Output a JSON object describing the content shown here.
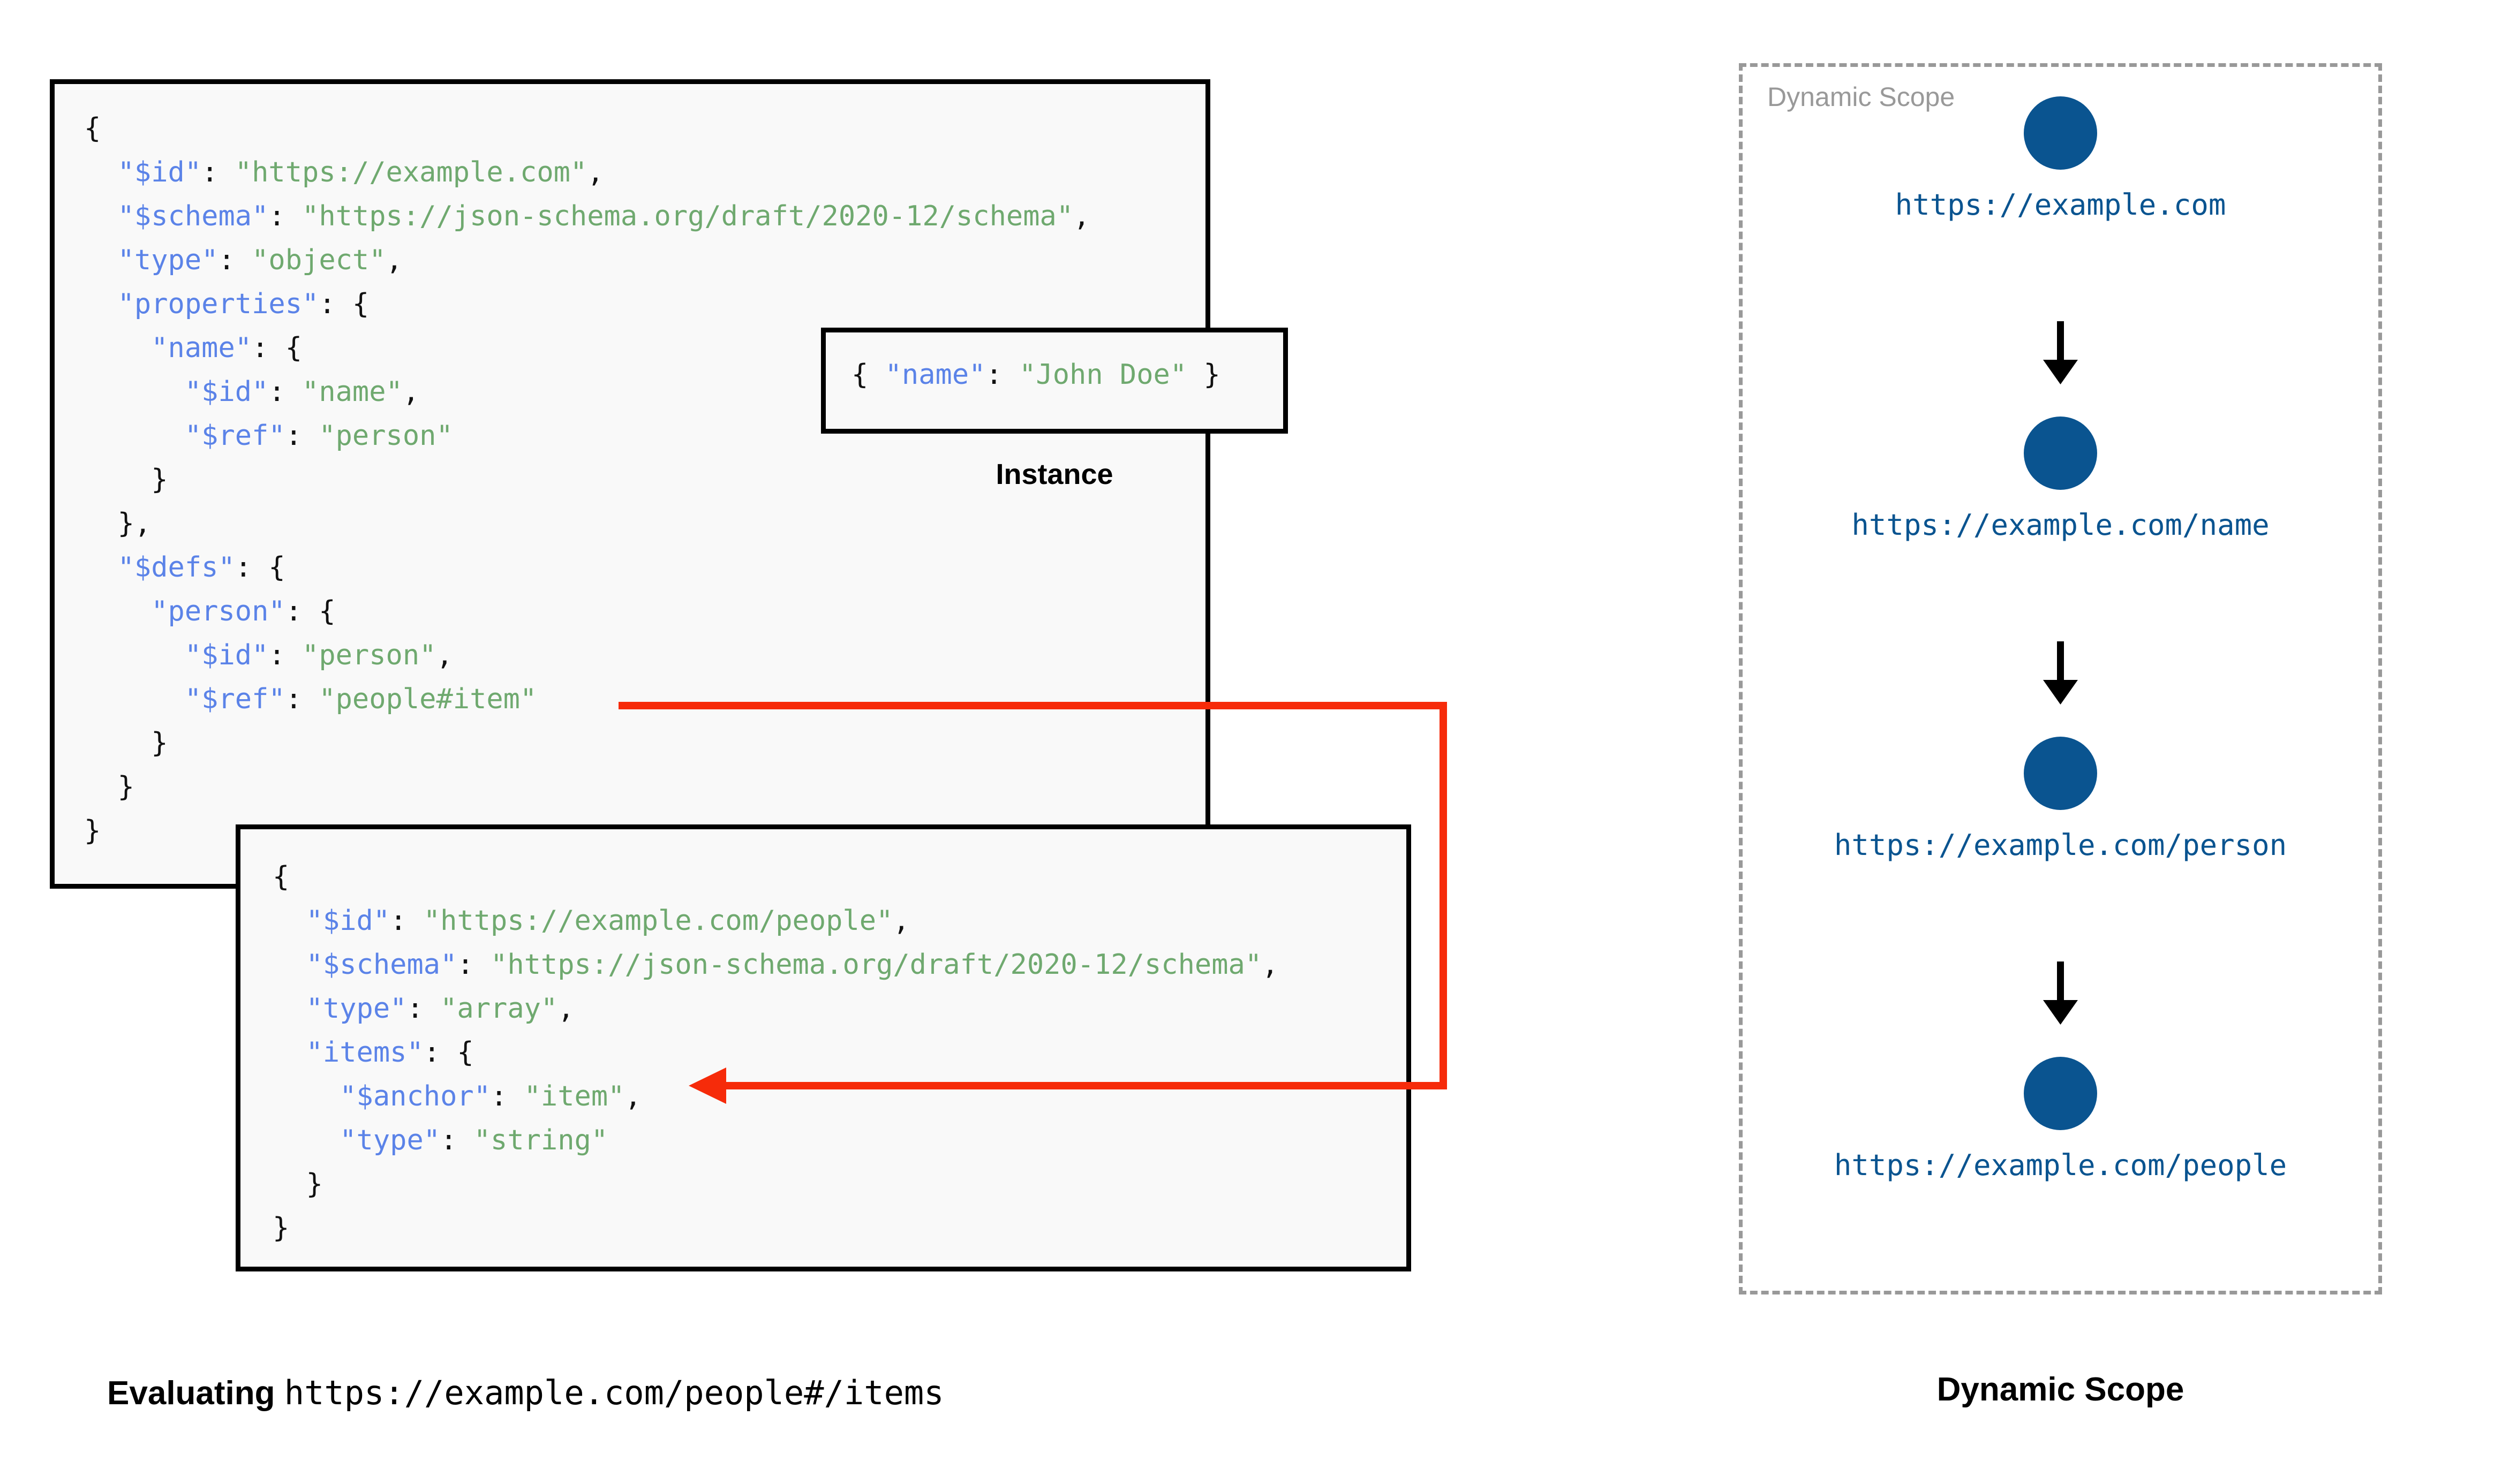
{
  "main_schema": {
    "lines": [
      [
        {
          "t": "{",
          "c": "p"
        }
      ],
      [
        {
          "t": "  ",
          "c": "p"
        },
        {
          "t": "\"$id\"",
          "c": "k"
        },
        {
          "t": ": ",
          "c": "p"
        },
        {
          "t": "\"https://example.com\"",
          "c": "s"
        },
        {
          "t": ",",
          "c": "p"
        }
      ],
      [
        {
          "t": "  ",
          "c": "p"
        },
        {
          "t": "\"$schema\"",
          "c": "k"
        },
        {
          "t": ": ",
          "c": "p"
        },
        {
          "t": "\"https://json-schema.org/draft/2020-12/schema\"",
          "c": "s"
        },
        {
          "t": ",",
          "c": "p"
        }
      ],
      [
        {
          "t": "  ",
          "c": "p"
        },
        {
          "t": "\"type\"",
          "c": "k"
        },
        {
          "t": ": ",
          "c": "p"
        },
        {
          "t": "\"object\"",
          "c": "s"
        },
        {
          "t": ",",
          "c": "p"
        }
      ],
      [
        {
          "t": "  ",
          "c": "p"
        },
        {
          "t": "\"properties\"",
          "c": "k"
        },
        {
          "t": ": {",
          "c": "p"
        }
      ],
      [
        {
          "t": "    ",
          "c": "p"
        },
        {
          "t": "\"name\"",
          "c": "k"
        },
        {
          "t": ": {",
          "c": "p"
        }
      ],
      [
        {
          "t": "      ",
          "c": "p"
        },
        {
          "t": "\"$id\"",
          "c": "k"
        },
        {
          "t": ": ",
          "c": "p"
        },
        {
          "t": "\"name\"",
          "c": "s"
        },
        {
          "t": ",",
          "c": "p"
        }
      ],
      [
        {
          "t": "      ",
          "c": "p"
        },
        {
          "t": "\"$ref\"",
          "c": "k"
        },
        {
          "t": ": ",
          "c": "p"
        },
        {
          "t": "\"person\"",
          "c": "s"
        }
      ],
      [
        {
          "t": "    }",
          "c": "p"
        }
      ],
      [
        {
          "t": "  },",
          "c": "p"
        }
      ],
      [
        {
          "t": "  ",
          "c": "p"
        },
        {
          "t": "\"$defs\"",
          "c": "k"
        },
        {
          "t": ": {",
          "c": "p"
        }
      ],
      [
        {
          "t": "    ",
          "c": "p"
        },
        {
          "t": "\"person\"",
          "c": "k"
        },
        {
          "t": ": {",
          "c": "p"
        }
      ],
      [
        {
          "t": "      ",
          "c": "p"
        },
        {
          "t": "\"$id\"",
          "c": "k"
        },
        {
          "t": ": ",
          "c": "p"
        },
        {
          "t": "\"person\"",
          "c": "s"
        },
        {
          "t": ",",
          "c": "p"
        }
      ],
      [
        {
          "t": "      ",
          "c": "p"
        },
        {
          "t": "\"$ref\"",
          "c": "k"
        },
        {
          "t": ": ",
          "c": "p"
        },
        {
          "t": "\"people#item\"",
          "c": "s"
        }
      ],
      [
        {
          "t": "    }",
          "c": "p"
        }
      ],
      [
        {
          "t": "  }",
          "c": "p"
        }
      ],
      [
        {
          "t": "}",
          "c": "p"
        }
      ]
    ]
  },
  "instance": {
    "label": "Instance",
    "lines": [
      [
        {
          "t": "{ ",
          "c": "p"
        },
        {
          "t": "\"name\"",
          "c": "k"
        },
        {
          "t": ": ",
          "c": "p"
        },
        {
          "t": "\"John Doe\"",
          "c": "s"
        },
        {
          "t": " }",
          "c": "p"
        }
      ]
    ]
  },
  "people_schema": {
    "lines": [
      [
        {
          "t": "{",
          "c": "p"
        }
      ],
      [
        {
          "t": "  ",
          "c": "p"
        },
        {
          "t": "\"$id\"",
          "c": "k"
        },
        {
          "t": ": ",
          "c": "p"
        },
        {
          "t": "\"https://example.com/people\"",
          "c": "s"
        },
        {
          "t": ",",
          "c": "p"
        }
      ],
      [
        {
          "t": "  ",
          "c": "p"
        },
        {
          "t": "\"$schema\"",
          "c": "k"
        },
        {
          "t": ": ",
          "c": "p"
        },
        {
          "t": "\"https://json-schema.org/draft/2020-12/schema\"",
          "c": "s"
        },
        {
          "t": ",",
          "c": "p"
        }
      ],
      [
        {
          "t": "  ",
          "c": "p"
        },
        {
          "t": "\"type\"",
          "c": "k"
        },
        {
          "t": ": ",
          "c": "p"
        },
        {
          "t": "\"array\"",
          "c": "s"
        },
        {
          "t": ",",
          "c": "p"
        }
      ],
      [
        {
          "t": "  ",
          "c": "p"
        },
        {
          "t": "\"items\"",
          "c": "k"
        },
        {
          "t": ": {",
          "c": "p"
        }
      ],
      [
        {
          "t": "    ",
          "c": "p"
        },
        {
          "t": "\"$anchor\"",
          "c": "k"
        },
        {
          "t": ": ",
          "c": "p"
        },
        {
          "t": "\"item\"",
          "c": "s"
        },
        {
          "t": ",",
          "c": "p"
        }
      ],
      [
        {
          "t": "    ",
          "c": "p"
        },
        {
          "t": "\"type\"",
          "c": "k"
        },
        {
          "t": ": ",
          "c": "p"
        },
        {
          "t": "\"string\"",
          "c": "s"
        }
      ],
      [
        {
          "t": "  }",
          "c": "p"
        }
      ],
      [
        {
          "t": "}",
          "c": "p"
        }
      ]
    ]
  },
  "captions": {
    "evaluating_prefix": "Evaluating ",
    "evaluating_uri": "https://example.com/people#/items",
    "dynamic_scope": "Dynamic Scope"
  },
  "dynamic_scope": {
    "title": "Dynamic Scope",
    "nodes": [
      {
        "label": "https://example.com"
      },
      {
        "label": "https://example.com/name"
      },
      {
        "label": "https://example.com/person"
      },
      {
        "label": "https://example.com/people"
      }
    ]
  },
  "colors": {
    "node_blue": "#0a5490",
    "json_key": "#5b83e8",
    "json_string": "#6fa96f",
    "reference_arrow": "#f62b0a",
    "scope_border": "#999999",
    "box_border": "#000000",
    "box_fill": "#f9f9f9"
  }
}
